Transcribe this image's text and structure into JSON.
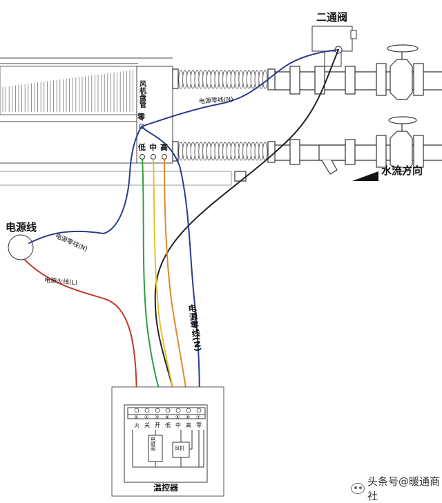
{
  "labels": {
    "two_way_valve": "二通阀",
    "fan_coil": "风机盘管",
    "neutral_terminal": "零",
    "speed_low": "低",
    "speed_mid": "中",
    "speed_high": "高",
    "neutral_line_top": "电源零线(N)",
    "water_flow": "水流方向",
    "power_line": "电源线",
    "neutral_line_left": "电源零线(N)",
    "live_line": "电源火线(L)",
    "neutral_line_vertical": "电源零线(N)",
    "thermostat": "温控器",
    "terminal_labels": [
      "火",
      "关",
      "开",
      "低",
      "中",
      "高",
      "零"
    ],
    "terminal_numbers": [
      "①",
      "②",
      "③",
      "④",
      "⑤",
      "⑥",
      "⑦"
    ],
    "valve_box": "电磁阀",
    "fan_box": "风机"
  },
  "watermark": "头条号@暖通商社",
  "colors": {
    "live": "#c0392b",
    "low": "#2e9e3f",
    "mid": "#e6c12b",
    "high": "#e08a2a",
    "neutral": "#2a3b8f",
    "valve_wire": "#222222"
  }
}
